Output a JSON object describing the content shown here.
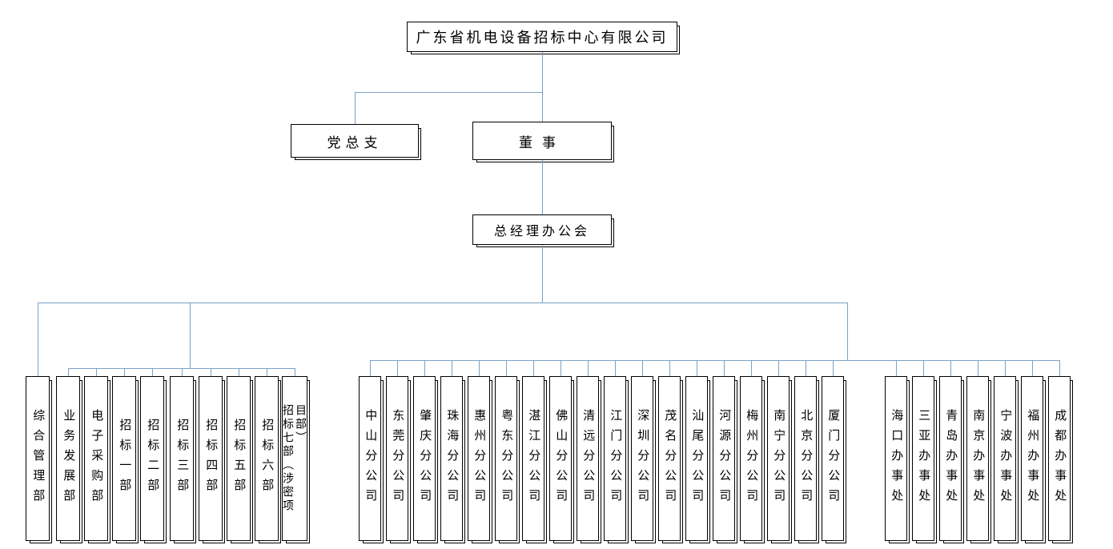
{
  "org_chart": {
    "root": {
      "label": "广东省机电设备招标中心有限公司"
    },
    "party_branch": {
      "label": "党总支"
    },
    "board": {
      "label": "董事"
    },
    "gm_office": {
      "label": "总经理办公会"
    },
    "departments": [
      "综合管理部",
      "业务发展部",
      "电子采购部",
      "招标一部",
      "招标二部",
      "招标三部",
      "招标四部",
      "招标五部",
      "招标六部",
      "招标七部（涉密项\n目部）"
    ],
    "branch_companies": [
      "中山分公司",
      "东莞分公司",
      "肇庆分公司",
      "珠海分公司",
      "惠州分公司",
      "粤东分公司",
      "湛江分公司",
      "佛山分公司",
      "清远分公司",
      "江门分公司",
      "深圳分公司",
      "茂名分公司",
      "汕尾分公司",
      "河源分公司",
      "梅州分公司",
      "南宁分公司",
      "北京分公司",
      "厦门分公司"
    ],
    "offices": [
      "海口办事处",
      "三亚办事处",
      "青岛办事处",
      "南京办事处",
      "宁波办事处",
      "福州办事处",
      "成都办事处"
    ],
    "line_color": "#7aa0c8",
    "box_border_color": "#000000"
  }
}
